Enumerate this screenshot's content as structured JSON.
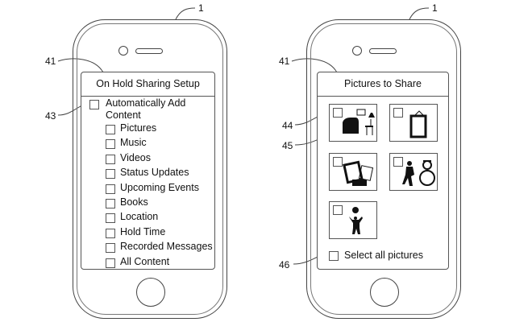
{
  "left_phone": {
    "ref_device": "1",
    "ref_screen": "41",
    "ref_auto": "43",
    "title": "On Hold Sharing Setup",
    "auto_add": {
      "line1": "Automatically Add",
      "line2": "Content"
    },
    "items": [
      "Pictures",
      "Music",
      "Videos",
      "Status Updates",
      "Upcoming Events",
      "Books",
      "Location",
      "Hold Time",
      "Recorded Messages",
      "All Content"
    ]
  },
  "right_phone": {
    "ref_device": "1",
    "ref_screen": "41",
    "ref_checkbox": "44",
    "ref_picture": "45",
    "ref_select_all": "46",
    "title": "Pictures to Share",
    "pictures": [
      "armchair-lamp-icon",
      "picture-frame-icon",
      "photos-icon",
      "snowman-icon",
      "ball-player-icon"
    ],
    "select_all": "Select all pictures"
  }
}
